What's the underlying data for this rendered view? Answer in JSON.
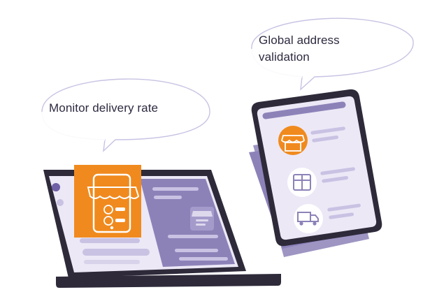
{
  "callouts": {
    "delivery": "Monitor delivery rate",
    "validation_line1": "Global address",
    "validation_line2": "validation"
  },
  "icons": {
    "laptop_overlay": "storefront-mobile-icon",
    "laptop_screen_small": "storefront-mobile-icon",
    "tablet_item_1": "storefront-icon",
    "tablet_item_2": "package-icon",
    "tablet_item_3": "delivery-truck-icon"
  },
  "colors": {
    "purple_dark": "#2e2a3a",
    "purple_mid": "#8d82b8",
    "purple_light": "#c9c2e3",
    "purple_pale": "#ece8f6",
    "orange": "#f08a1e",
    "text": "#2f2a40"
  }
}
